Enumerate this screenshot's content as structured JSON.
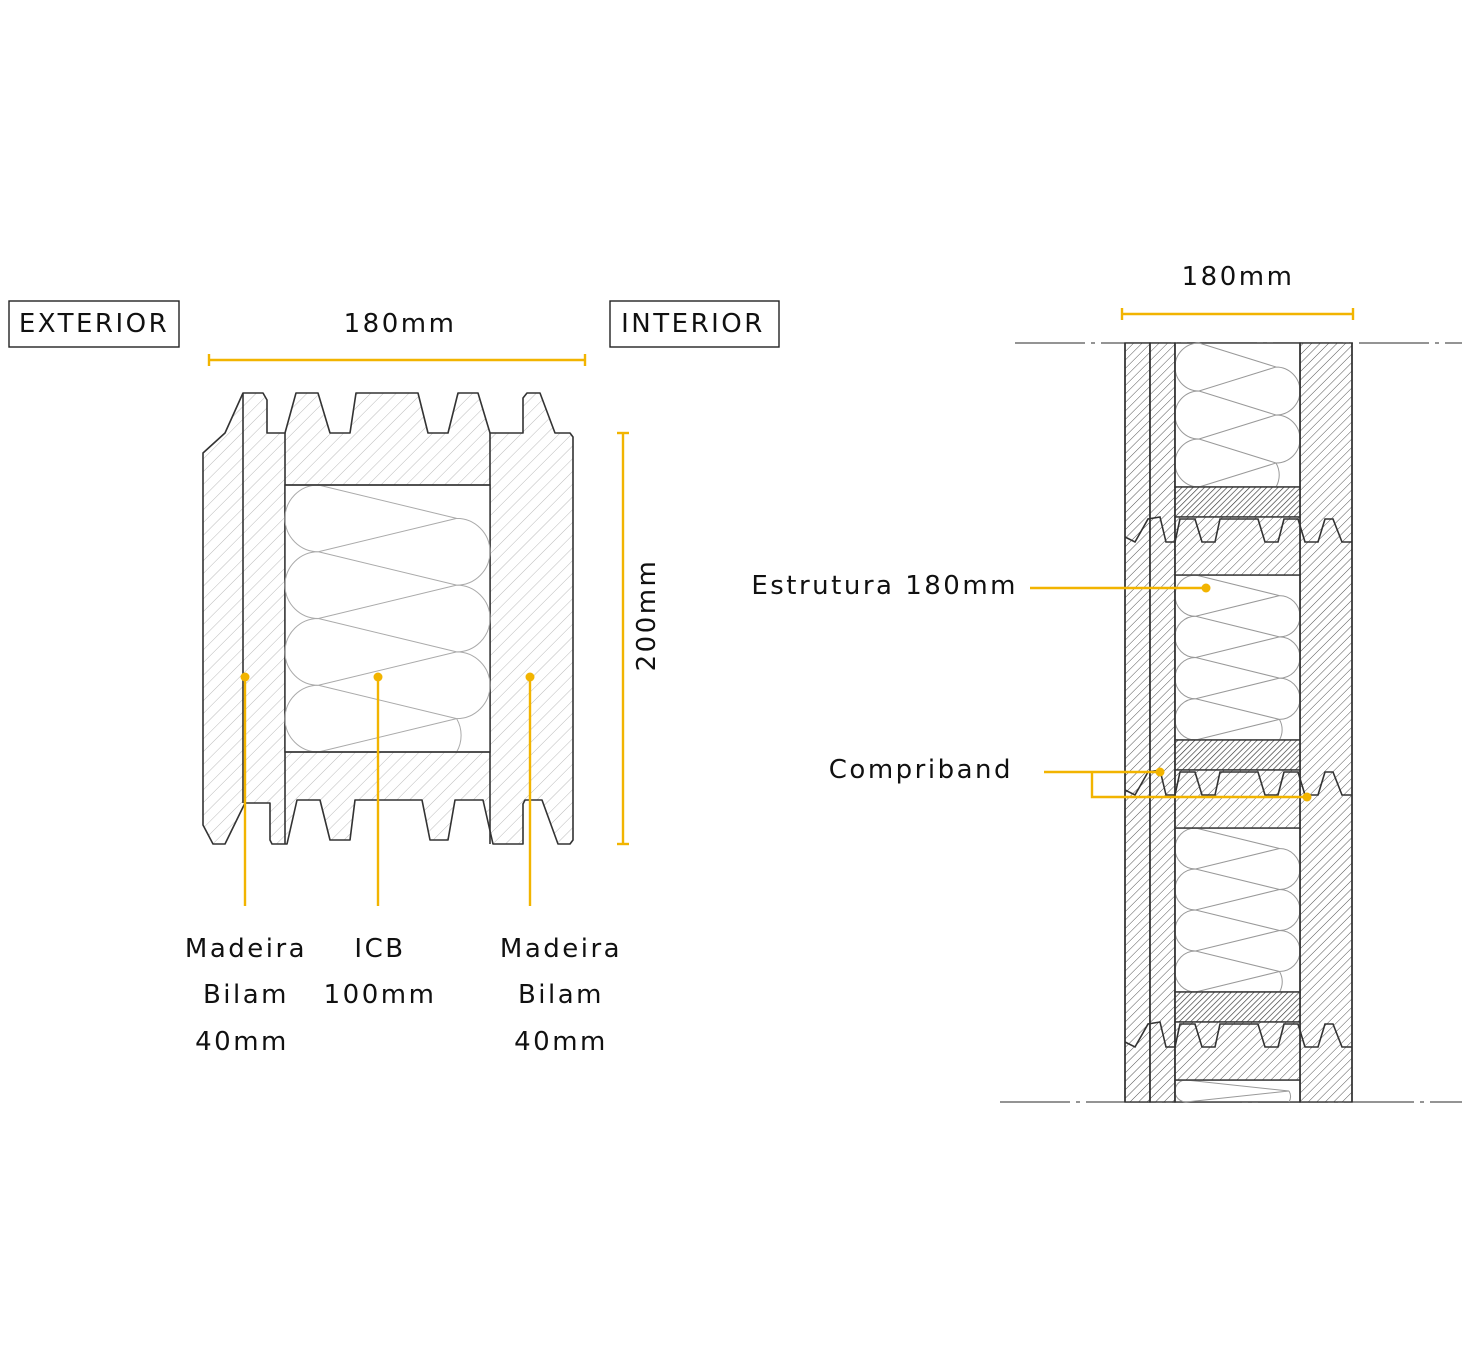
{
  "colors": {
    "accent": "#F2B400",
    "line": "#333333"
  },
  "profile": {
    "exterior_label": "EXTERIOR",
    "interior_label": "INTERIOR",
    "width_dimension": "180mm",
    "height_dimension": "200mm",
    "callouts": [
      {
        "lines": [
          "Madeira",
          "Bilam",
          "40mm"
        ]
      },
      {
        "lines": [
          "ICB",
          "100mm"
        ]
      },
      {
        "lines": [
          "Madeira",
          "Bilam",
          "40mm"
        ]
      }
    ]
  },
  "section": {
    "width_dimension": "180mm",
    "structure_label": "Estrutura 180mm",
    "seal_label": "Compriband"
  }
}
